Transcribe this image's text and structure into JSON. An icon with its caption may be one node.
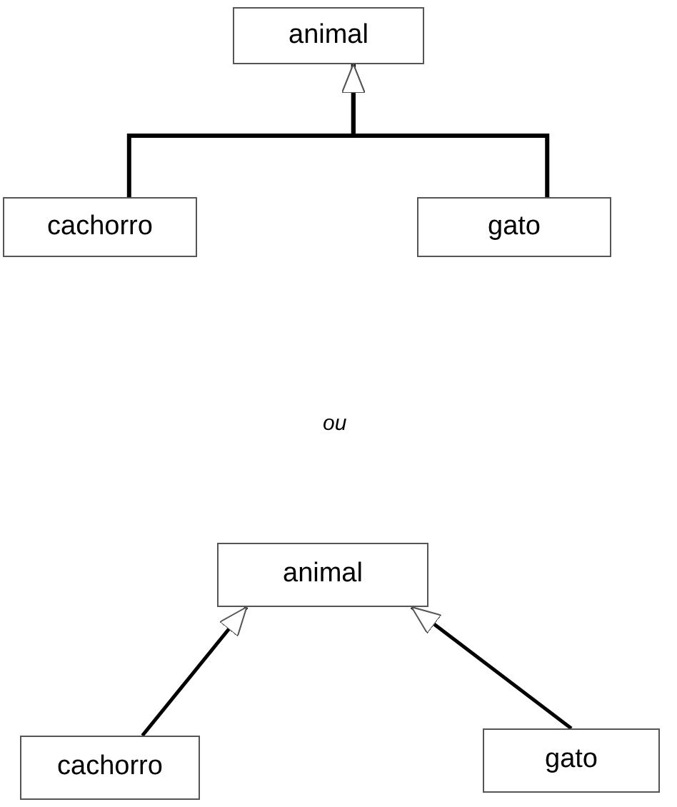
{
  "diagram": {
    "nodes": [
      {
        "text": [
          "animal"
        ]
      },
      {
        "text": [
          "cachorro"
        ]
      },
      {
        "text": [
          "gato"
        ]
      },
      {
        "text": [
          "animal"
        ]
      },
      {
        "text": [
          "cachorro"
        ]
      },
      {
        "text": [
          "gato"
        ]
      }
    ],
    "edges": [
      {
        "from": 1,
        "to": 0,
        "arrow": "to"
      },
      {
        "from": 2,
        "to": 0,
        "arrow": "to"
      },
      {
        "from": 4,
        "to": 3,
        "arrow": "to"
      },
      {
        "from": 5,
        "to": 3,
        "arrow": "to"
      }
    ],
    "labels": [
      "ou"
    ]
  }
}
